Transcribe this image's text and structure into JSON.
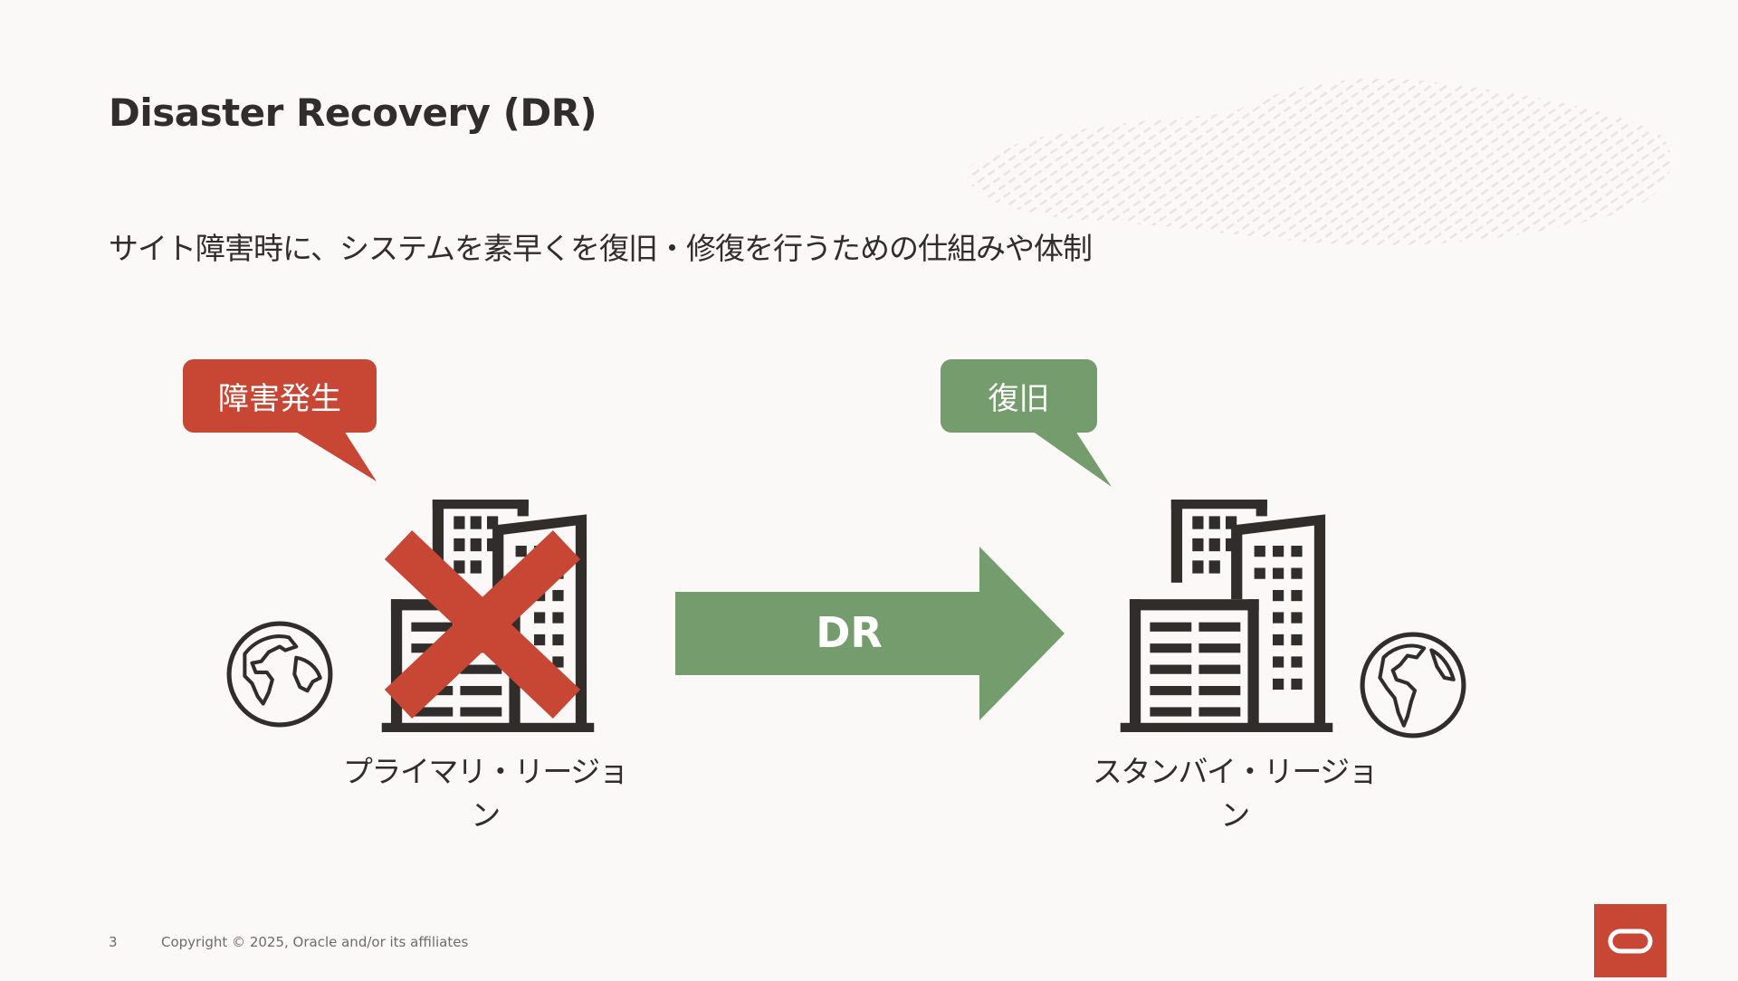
{
  "slide": {
    "title": "Disaster Recovery (DR)",
    "subtitle": "サイト障害時に、システムを素早くを復旧・修復を行うための仕組みや体制"
  },
  "callouts": {
    "failure": "障害発生",
    "recovery": "復旧"
  },
  "diagram": {
    "arrow_label": "DR",
    "primary_region": "プライマリ・リージョン",
    "standby_region": "スタンバイ・リージョン"
  },
  "footer": {
    "page_number": "3",
    "copyright": "Copyright © 2025, Oracle and/or its affiliates"
  },
  "colors": {
    "background": "#fbf9f8",
    "failure_red": "#c74634",
    "recovery_green": "#759c6c",
    "text": "#312d2a"
  },
  "icons": [
    "building-icon",
    "globe-europe-africa-icon",
    "globe-americas-icon",
    "x-mark-icon",
    "oracle-logo"
  ]
}
